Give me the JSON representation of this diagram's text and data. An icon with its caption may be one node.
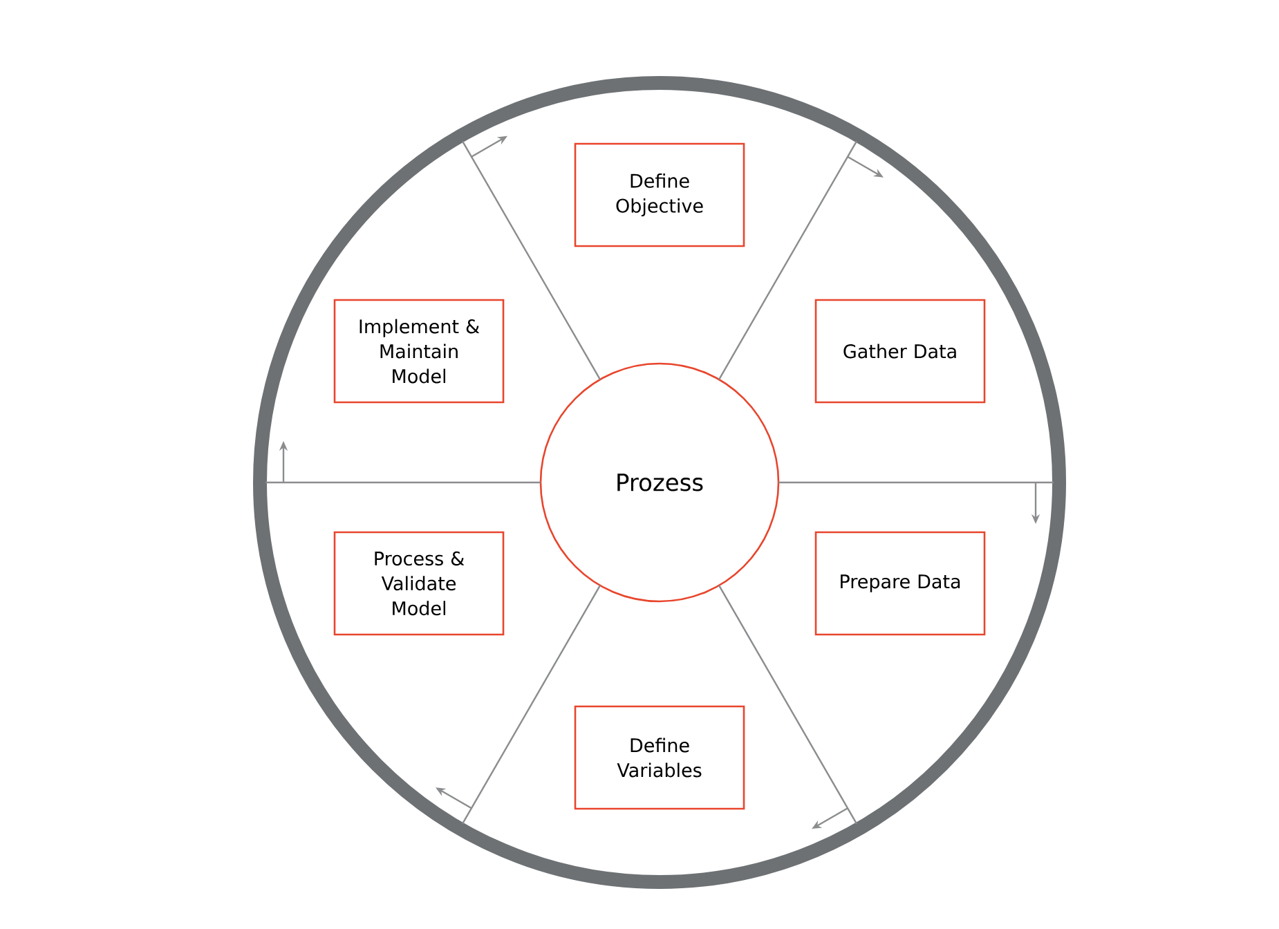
{
  "diagram": {
    "nodes": [
      {
        "text": [],
        "shape": "circle"
      },
      {
        "text": [
          "Define Objective"
        ],
        "in": 0
      },
      {
        "text": [
          "Implement & Maintain Model"
        ],
        "in": 0
      },
      {
        "text": [
          "Gather Data"
        ],
        "in": 0
      },
      {
        "text": [
          "Prozess"
        ],
        "in": 0
      },
      {
        "text": [
          "Process & Validate Model"
        ],
        "in": 0
      },
      {
        "text": [
          "Prepare Data"
        ],
        "in": 0
      },
      {
        "text": [
          "Define Variables"
        ],
        "in": 0
      }
    ],
    "edges": [
      {
        "from": 4,
        "to": 0,
        "arrow": "none"
      },
      {
        "from": 4,
        "to": 0,
        "arrow": "none"
      },
      {
        "from": 4,
        "to": 0,
        "arrow": "none"
      },
      {
        "from": 4,
        "to": 0,
        "arrow": "none"
      },
      {
        "from": 4,
        "to": 0,
        "arrow": "none"
      },
      {
        "from": 4,
        "to": 0,
        "arrow": "none"
      }
    ]
  }
}
